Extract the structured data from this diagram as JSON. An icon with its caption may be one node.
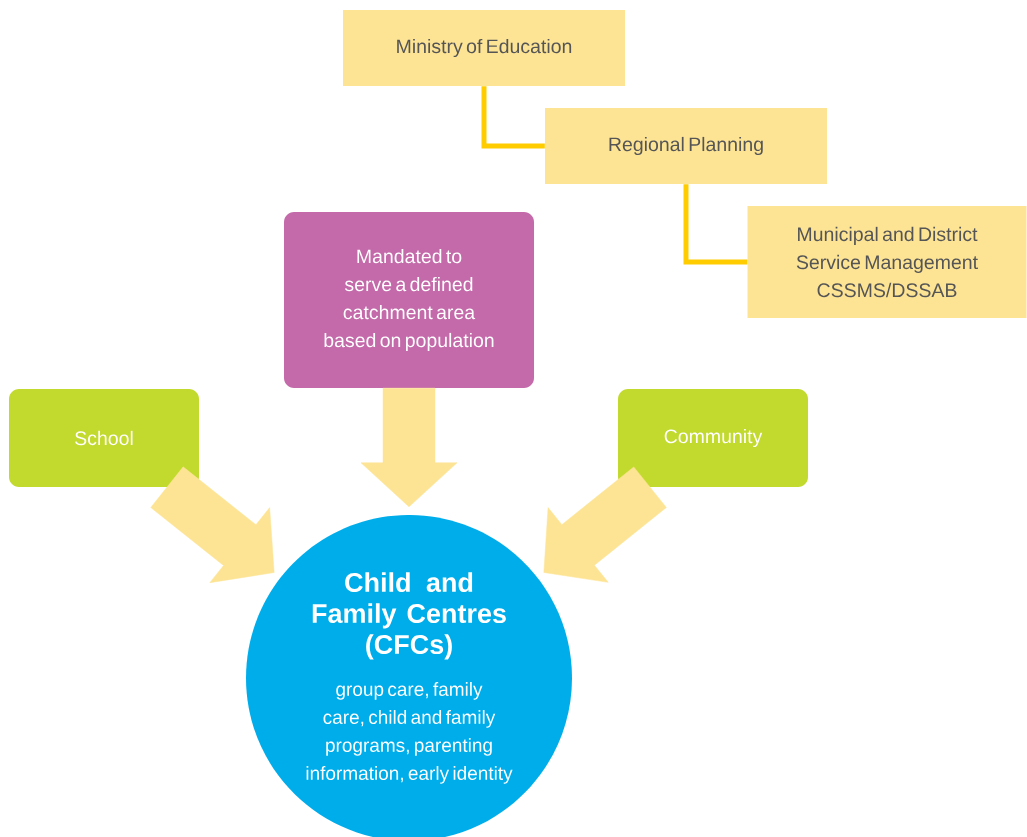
{
  "diagram": {
    "nodes": [
      {
        "text": [
          "Ministry of Education"
        ]
      },
      {
        "text": [
          "Regional Planning"
        ]
      },
      {
        "text": [
          "Municipal and District Service Management CSSMS/DSSAB"
        ]
      },
      {
        "text": [
          "Mandated to serve a defined catchment area based on population"
        ]
      },
      {
        "text": [
          "School"
        ]
      },
      {
        "text": [
          "Community"
        ]
      },
      {
        "text": [
          "Child and Family Centres (CFCs)",
          "group care, family care, child and family programs, parenting information, early identity"
        ]
      }
    ],
    "edges": [
      {
        "from": 0,
        "to": 1,
        "arrow": "none",
        "color": "#ffcc00"
      },
      {
        "from": 1,
        "to": 2,
        "arrow": "none",
        "color": "#ffcc00"
      },
      {
        "from": 3,
        "to": 6,
        "arrow": "to",
        "color": "#fde495"
      },
      {
        "from": 4,
        "to": 6,
        "arrow": "to",
        "color": "#fde495"
      },
      {
        "from": 5,
        "to": 6,
        "arrow": "to",
        "color": "#fde495"
      }
    ]
  }
}
